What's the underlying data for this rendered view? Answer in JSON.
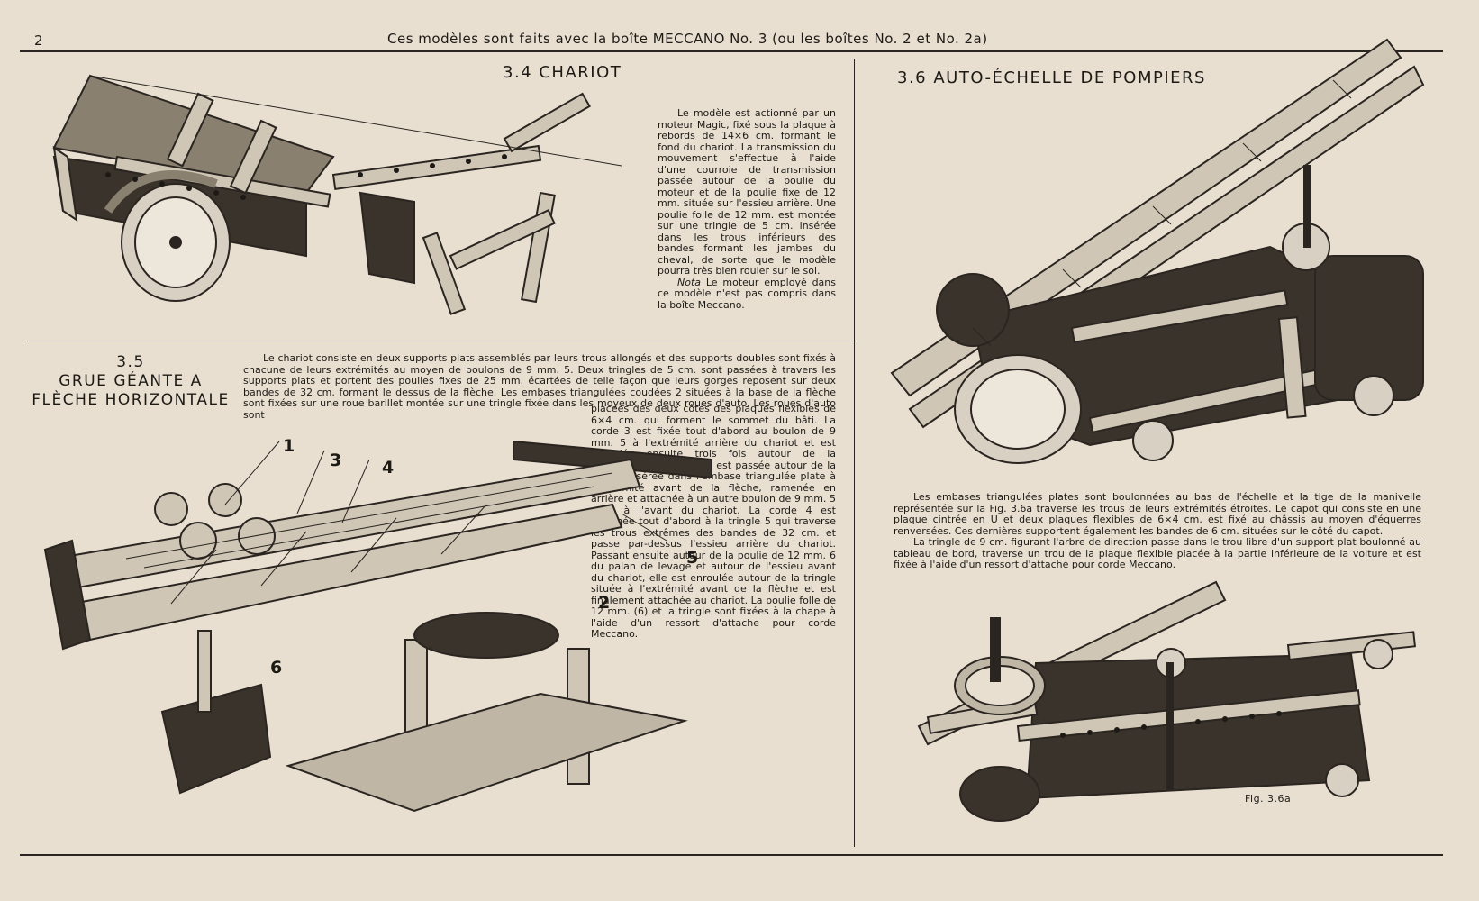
{
  "page_number": "2",
  "header": "Ces modèles sont faits avec la boîte MECCANO No. 3 (ou les boîtes No. 2 et No. 2a)",
  "section_34": {
    "title": "3.4  CHARIOT",
    "paragraph_1": "Le modèle est actionné par un moteur Magic, fixé sous la plaque à rebords de 14×6 cm. formant le fond du chariot. La transmission du mouvement s'effectue à l'aide d'une courroie de transmission passée autour de la poulie du moteur et de la poulie fixe de 12 mm. située sur l'essieu arrière. Une poulie folle de 12 mm. est montée sur une tringle de 5 cm. insérée dans les trous inférieurs des bandes formant les jambes du cheval, de sorte que le modèle pourra très bien rouler sur le sol.",
    "nota_label": "Nota",
    "nota_text": "Le moteur employé dans ce modèle n'est pas compris dans la boîte Meccano."
  },
  "section_35": {
    "title_line_1": "3.5",
    "title_line_2": "GRUE GÉANTE A",
    "title_line_3": "FLÈCHE HORIZONTALE",
    "paragraph_1": "Le chariot consiste en deux supports plats assemblés par leurs trous allongés et des supports doubles sont fixés à chacune de leurs extrémités au moyen de boulons de 9 mm. 5. Deux tringles de 5 cm. sont passées à travers les supports plats et portent des poulies fixes de 25 mm. écartées de telle façon que leurs gorges reposent sur deux bandes de 32 cm. formant le dessus de la flèche. Les embases triangulées coudées 2 situées à la base de la flèche sont fixées sur une roue barillet montée sur une tringle fixée dans les moyeux de deux roues d'auto. Les roues d'auto sont",
    "paragraph_2": "placées des deux côtés des plaques flexibles de 6×4 cm. qui forment le sommet du bâti. La corde 3 est fixée tout d'abord au boulon de 9 mm. 5 à l'extrémité arrière du chariot et est enroulée ensuite trois fois autour de la manivelle. Ceci fait, elle est passée autour de la tringle insérée dans l'embase triangulée plate à l'extrémité avant de la flèche, ramenée en arrière et attachée à un autre boulon de 9 mm. 5 situé à l'avant du chariot. La corde 4 est attachée tout d'abord à la tringle 5 qui traverse les trous extrêmes des bandes de 32 cm. et passe par-dessus l'essieu arrière du chariot. Passant ensuite autour de la poulie de 12 mm. 6 du palan de levage et autour de l'essieu avant du chariot, elle est enroulée autour de la tringle située à l'extrémité avant de la flèche et est finalement attachée au chariot. La poulie folle de 12 mm. (6) et la tringle sont fixées à la chape à l'aide d'un ressort d'attache pour corde Meccano.",
    "callouts": [
      "1",
      "3",
      "4",
      "5",
      "2",
      "6"
    ]
  },
  "section_36": {
    "title": "3.6  AUTO-ÉCHELLE DE POMPIERS",
    "paragraph_1": "Les embases triangulées plates sont boulonnées au bas de l'échelle et la tige de la manivelle représentée sur la Fig. 3.6a traverse les trous de leurs extrémités étroites. Le capot qui consiste en une plaque cintrée en U et deux plaques flexibles de 6×4 cm. est fixé au châssis au moyen d'équerres renversées. Ces dernières supportent également les bandes de 6 cm. situées sur le côté du capot.",
    "paragraph_2": "La tringle de 9 cm. figurant l'arbre de direction passe dans le trou libre d'un support plat boulonné au tableau de bord, traverse un trou de la plaque flexible placée à la partie inférieure de la voiture et est fixée à l'aide d'un ressort d'attache pour corde Meccano.",
    "fig_caption": "Fig. 3.6a"
  },
  "colors": {
    "paper": "#e8dfd0",
    "ink": "#1d1a16",
    "metal": "#cfc6b6",
    "dark_metal": "#3a332b"
  }
}
